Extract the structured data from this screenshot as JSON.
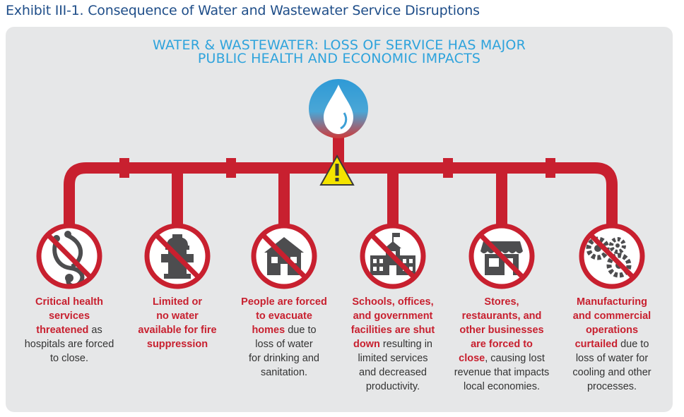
{
  "exhibit_title": "Exhibit III-1. Consequence of Water and Wastewater Service Disruptions",
  "headline": {
    "line1": "WATER & WASTEWATER: LOSS OF SERVICE HAS MAJOR",
    "line2": "PUBLIC HEALTH AND ECONOMIC IMPACTS"
  },
  "colors": {
    "pipe": "#c8202f",
    "headline": "#2ea3dc",
    "warning": "#f4e400",
    "panel": "#e6e7e8",
    "icon": "#4d4d4f"
  },
  "icons": {
    "center": "water-drop-icon",
    "warning": "warning-triangle-icon"
  },
  "impacts": [
    {
      "icon": "stethoscope-icon",
      "bold": [
        "Critical health",
        "services",
        "threatened"
      ],
      "rest": [
        " as",
        "hospitals are forced",
        "to close."
      ]
    },
    {
      "icon": "fire-hydrant-icon",
      "bold": [
        "Limited or",
        "no water",
        "available for fire",
        "suppression"
      ],
      "rest": []
    },
    {
      "icon": "house-icon",
      "bold": [
        "People are forced",
        "to evacuate",
        "homes"
      ],
      "rest": [
        " due to",
        "loss of water",
        "for drinking and",
        "sanitation."
      ]
    },
    {
      "icon": "school-building-icon",
      "bold": [
        "Schools, offices,",
        "and government",
        "facilities are shut",
        "down"
      ],
      "rest": [
        " resulting in",
        "limited services",
        "and decreased",
        "productivity."
      ]
    },
    {
      "icon": "storefront-icon",
      "bold": [
        "Stores,",
        "restaurants, and",
        "other businesses",
        "are forced to",
        "close"
      ],
      "rest": [
        ", causing lost",
        "revenue that impacts",
        "local economies."
      ]
    },
    {
      "icon": "gears-icon",
      "bold": [
        "Manufacturing",
        "and commercial",
        "operations",
        "curtailed"
      ],
      "rest": [
        " due to",
        "loss of water for",
        "cooling and other",
        "processes."
      ]
    }
  ]
}
